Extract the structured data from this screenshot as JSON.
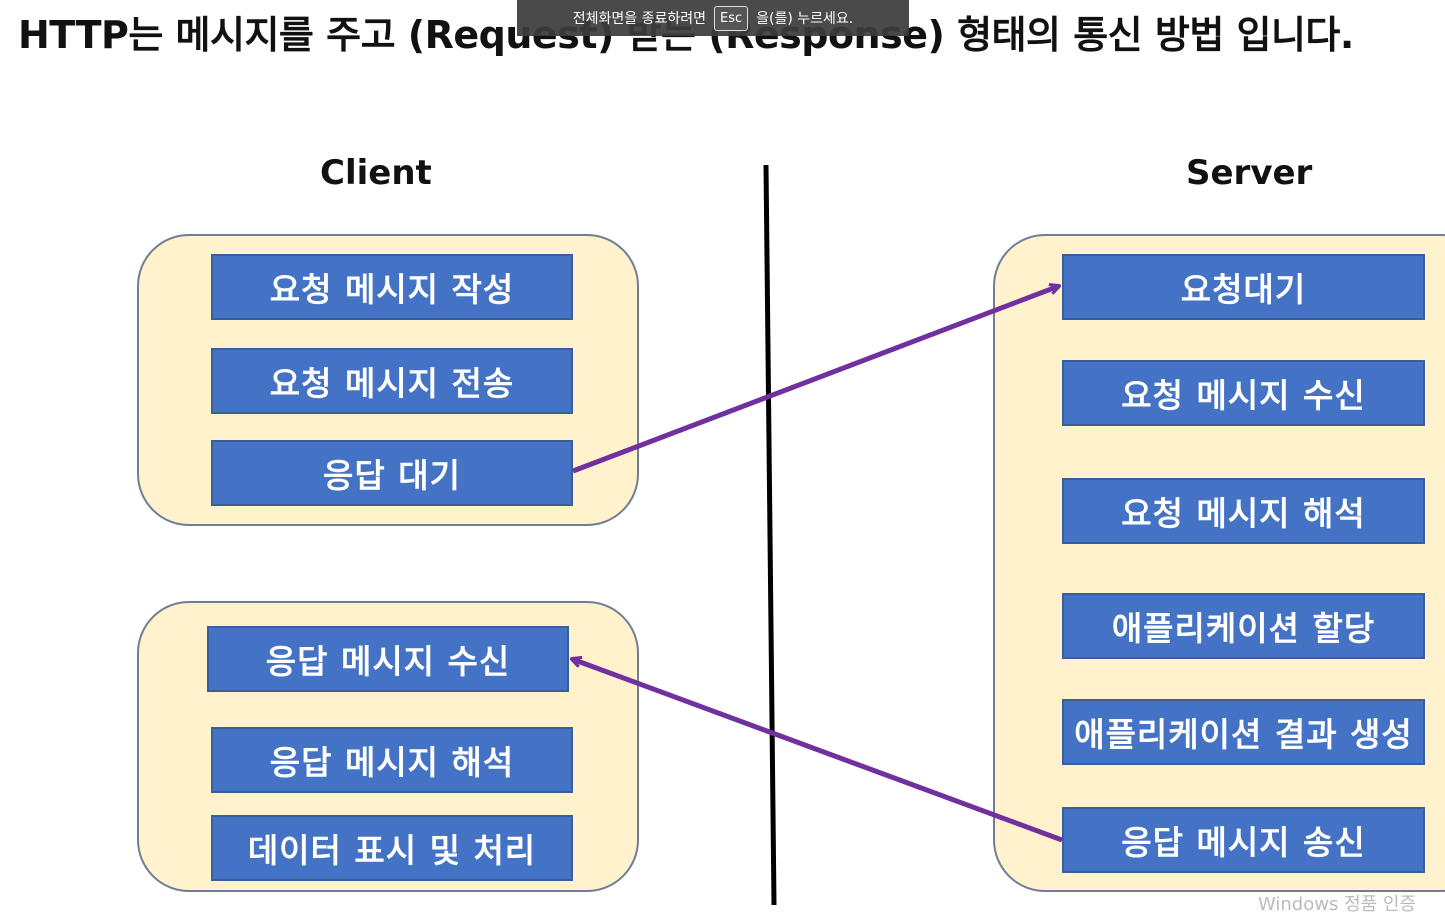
{
  "title": "HTTP는 메시지를 주고 (Request) 받는 (Response) 형태의 통신 방법 입니다.",
  "overlay": {
    "prefix": "전체화면을 종료하려면",
    "key": "Esc",
    "suffix": "을(를) 누르세요."
  },
  "client": {
    "header": "Client",
    "request_group": [
      "요청 메시지 작성",
      "요청 메시지 전송",
      "응답 대기"
    ],
    "response_group": [
      "응답 메시지 수신",
      "응답 메시지 해석",
      "데이터 표시 및 처리"
    ]
  },
  "server": {
    "header": "Server",
    "steps": [
      "요청대기",
      "요청 메시지 수신",
      "요청 메시지 해석",
      "애플리케이션 할당",
      "애플리케이션 결과 생성",
      "응답 메시지 송신"
    ]
  },
  "watermark": "Windows 정품 인증",
  "colors": {
    "panel_fill": "#fff2cc",
    "step_fill": "#4472c4",
    "arrow": "#7030a0",
    "divider": "#000000"
  }
}
